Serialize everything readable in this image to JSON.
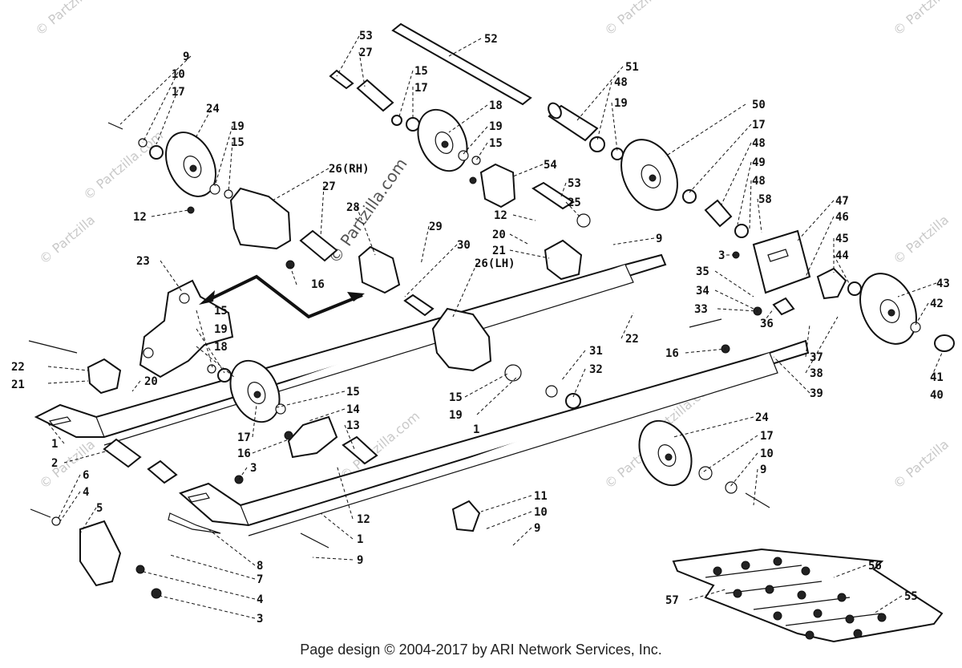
{
  "diagram": {
    "callouts": {
      "c1": "9",
      "c2": "10",
      "c3": "17",
      "c4": "24",
      "c5": "19",
      "c6": "15",
      "c7": "26(RH)",
      "c8": "27",
      "c9": "12",
      "c10": "16",
      "c11": "23",
      "c12": "53",
      "c13": "27",
      "c14": "15",
      "c15": "17",
      "c16": "18",
      "c17": "19",
      "c18": "15",
      "c19": "52",
      "c20": "51",
      "c21": "48",
      "c22": "19",
      "c23": "50",
      "c24": "17",
      "c25": "48",
      "c26": "49",
      "c27": "48",
      "c28": "58",
      "c29": "54",
      "c30": "53",
      "c31": "25",
      "c32": "12",
      "c33": "20",
      "c34": "21",
      "c35": "9",
      "c36": "28",
      "c37": "29",
      "c38": "30",
      "c39": "26(LH)",
      "c40": "47",
      "c41": "46",
      "c42": "45",
      "c43": "44",
      "c44": "3",
      "c45": "35",
      "c46": "34",
      "c47": "33",
      "c48": "36",
      "c49": "37",
      "c50": "38",
      "c51": "43",
      "c52": "42",
      "c53": "41",
      "c54": "40",
      "c55": "39",
      "c56": "22",
      "c57": "16",
      "c58": "31",
      "c59": "32",
      "c60": "15",
      "c61": "19",
      "c62": "15",
      "c63": "19",
      "c64": "18",
      "c65": "22",
      "c66": "21",
      "c67": "20",
      "c68": "15",
      "c69": "14",
      "c70": "13",
      "c71": "17",
      "c72": "16",
      "c73": "1",
      "c74": "2",
      "c75": "3",
      "c76": "6",
      "c77": "4",
      "c78": "5",
      "c79": "8",
      "c80": "7",
      "c81": "4",
      "c82": "3",
      "c83": "9",
      "c84": "12",
      "c85": "1",
      "c86": "11",
      "c87": "10",
      "c88": "9",
      "c89": "24",
      "c90": "17",
      "c91": "10",
      "c92": "9",
      "c93": "56",
      "c94": "57",
      "c95": "55",
      "c96": "1"
    },
    "watermark": "© Partzilla",
    "watermark_center": "© Partzilla.com"
  },
  "footer": {
    "text": "Page design © 2004-2017 by ARI Network Services, Inc."
  }
}
